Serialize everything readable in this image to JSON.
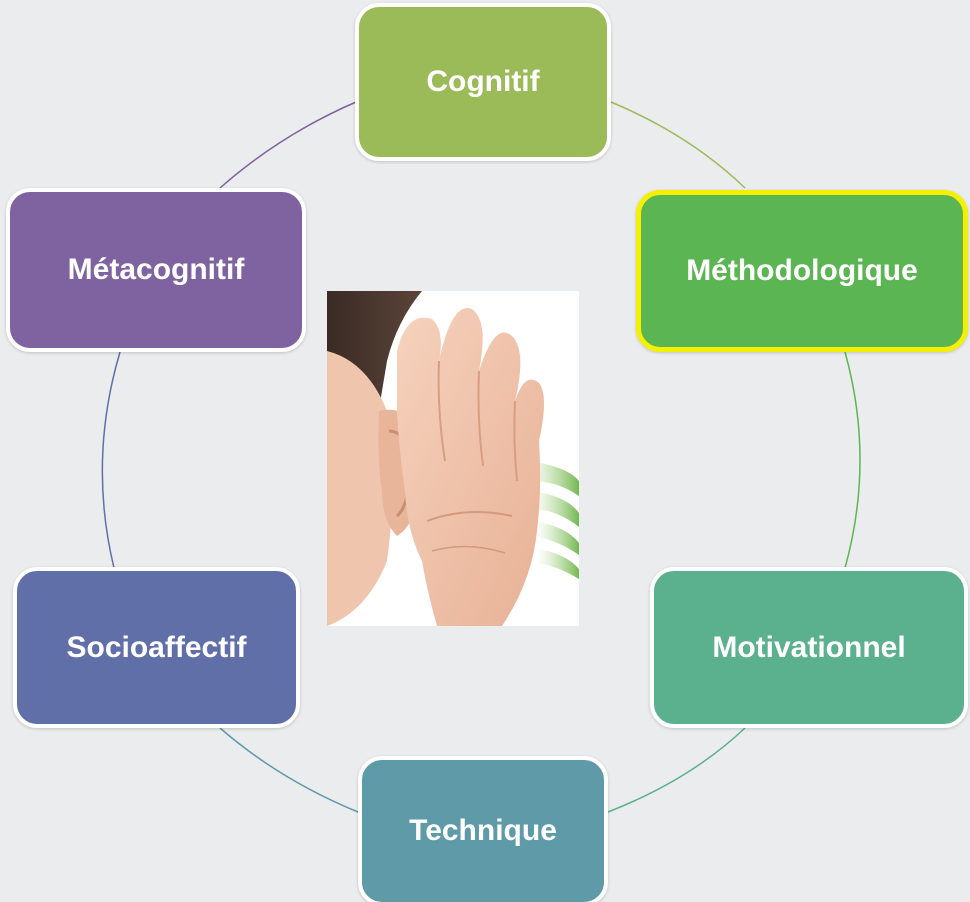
{
  "diagram": {
    "nodes": [
      {
        "id": "cognitif",
        "label": "Cognitif",
        "color": "#9bbb59",
        "highlighted": false
      },
      {
        "id": "methodologique",
        "label": "Méthodologique",
        "color": "#5cb553",
        "highlighted": true
      },
      {
        "id": "motivationnel",
        "label": "Motivationnel",
        "color": "#5bb08e",
        "highlighted": false
      },
      {
        "id": "technique",
        "label": "Technique",
        "color": "#5e9aa8",
        "highlighted": false
      },
      {
        "id": "socioaffectif",
        "label": "Socioaffectif",
        "color": "#616fa8",
        "highlighted": false
      },
      {
        "id": "metacognitif",
        "label": "Métacognitif",
        "color": "#7f62a0",
        "highlighted": false
      }
    ],
    "center_image": "hand-cupped-to-ear-photo",
    "highlight_color": "#f5f000",
    "background": "#ebeced"
  }
}
